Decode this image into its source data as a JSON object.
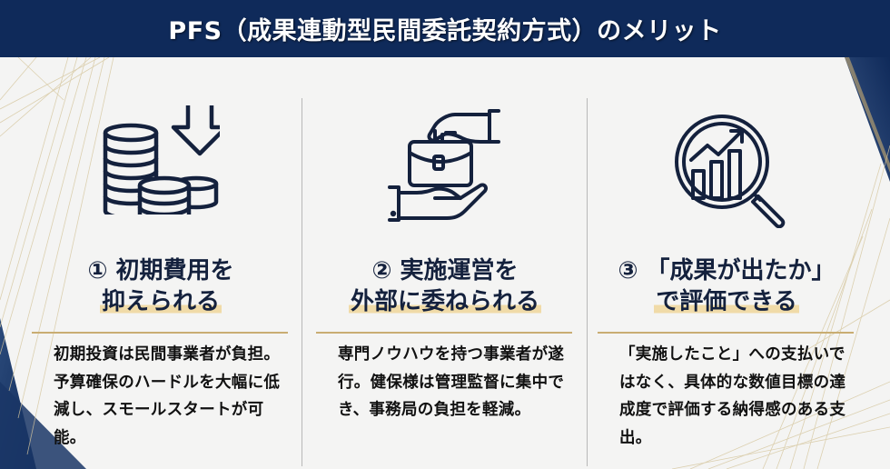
{
  "header": {
    "title": "PFS（成果連動型民間委託契約方式）のメリット"
  },
  "colors": {
    "header_bg": "#0f2a5a",
    "heading_text": "#14213d",
    "highlight": "#f0dba8",
    "gold_rule": "#c9ad72",
    "icon_stroke": "#14213d"
  },
  "merits": [
    {
      "number": "①",
      "icon": "coins-down-arrow-icon",
      "heading_line1": "① 初期費用を",
      "heading_line2": "抑えられる",
      "description": "初期投資は民間事業者が負担。予算確保のハードルを大幅に低減し、スモールスタートが可能。"
    },
    {
      "number": "②",
      "icon": "hand-over-briefcase-icon",
      "heading_line1": "② 実施運営を",
      "heading_line2": "外部に委ねられる",
      "description": "専門ノウハウを持つ事業者が遂行。健保様は管理監督に集中でき、事務局の負担を軽減。"
    },
    {
      "number": "③",
      "icon": "magnifier-growth-chart-icon",
      "heading_line1": "③ 「成果が出たか」",
      "heading_line2": "で評価できる",
      "description": "「実施したこと」への支払いではなく、具体的な数値目標の達成度で評価する納得感のある支出。"
    }
  ]
}
